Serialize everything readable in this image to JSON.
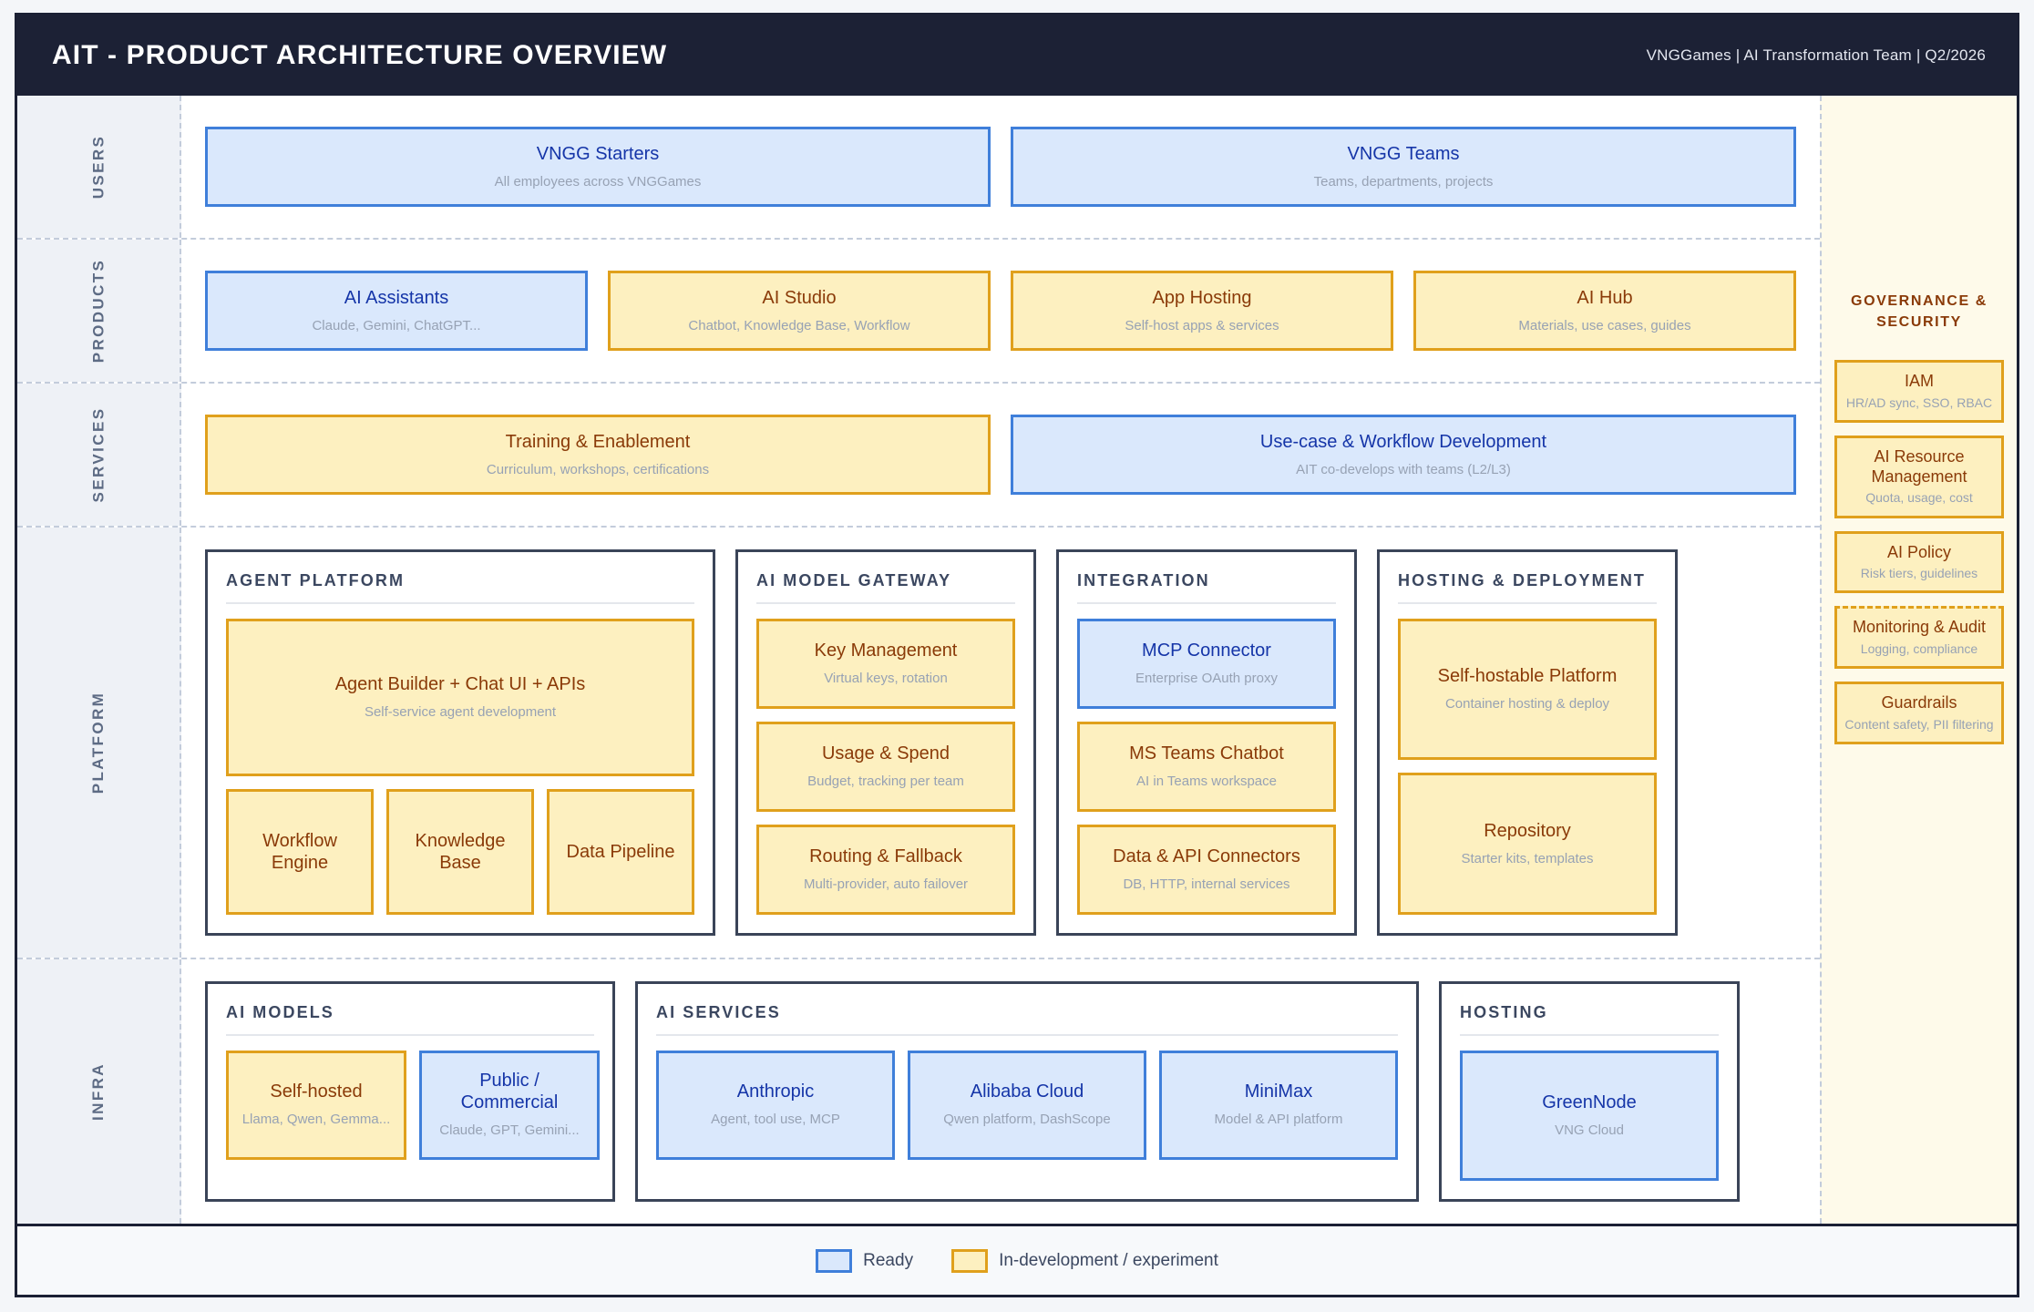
{
  "header": {
    "title": "AIT - PRODUCT ARCHITECTURE OVERVIEW",
    "meta": "VNGGames | AI Transformation Team | Q2/2026"
  },
  "lanes": [
    {
      "label": "USERS"
    },
    {
      "label": "PRODUCTS"
    },
    {
      "label": "SERVICES"
    },
    {
      "label": "PLATFORM"
    },
    {
      "label": "INFRA"
    }
  ],
  "users": [
    {
      "title": "VNGG Starters",
      "sub": "All employees across VNGGames",
      "status": "ready"
    },
    {
      "title": "VNGG Teams",
      "sub": "Teams, departments, projects",
      "status": "ready"
    }
  ],
  "products": [
    {
      "title": "AI Assistants",
      "sub": "Claude, Gemini, ChatGPT...",
      "status": "ready"
    },
    {
      "title": "AI Studio",
      "sub": "Chatbot, Knowledge Base, Workflow",
      "status": "dev"
    },
    {
      "title": "App Hosting",
      "sub": "Self-host apps & services",
      "status": "dev"
    },
    {
      "title": "AI Hub",
      "sub": "Materials, use cases, guides",
      "status": "dev"
    }
  ],
  "services": [
    {
      "title": "Training & Enablement",
      "sub": "Curriculum, workshops, certifications",
      "status": "dev"
    },
    {
      "title": "Use-case & Workflow Development",
      "sub": "AIT co-develops with teams (L2/L3)",
      "status": "ready"
    }
  ],
  "platform": {
    "agent_platform": {
      "title": "AGENT PLATFORM",
      "main": {
        "title": "Agent Builder + Chat UI + APIs",
        "sub": "Self-service agent development",
        "status": "dev"
      },
      "row": [
        {
          "title": "Workflow Engine",
          "status": "dev"
        },
        {
          "title": "Knowledge Base",
          "status": "dev"
        },
        {
          "title": "Data Pipeline",
          "status": "dev"
        }
      ]
    },
    "gateway": {
      "title": "AI MODEL GATEWAY",
      "items": [
        {
          "title": "Key Management",
          "sub": "Virtual keys, rotation",
          "status": "dev"
        },
        {
          "title": "Usage & Spend",
          "sub": "Budget, tracking per team",
          "status": "dev"
        },
        {
          "title": "Routing & Fallback",
          "sub": "Multi-provider, auto failover",
          "status": "dev"
        }
      ]
    },
    "integration": {
      "title": "INTEGRATION",
      "items": [
        {
          "title": "MCP Connector",
          "sub": "Enterprise OAuth proxy",
          "status": "ready"
        },
        {
          "title": "MS Teams Chatbot",
          "sub": "AI in Teams workspace",
          "status": "dev"
        },
        {
          "title": "Data & API Connectors",
          "sub": "DB, HTTP, internal services",
          "status": "dev"
        }
      ]
    },
    "hosting": {
      "title": "HOSTING & DEPLOYMENT",
      "items": [
        {
          "title": "Self-hostable Platform",
          "sub": "Container hosting & deploy",
          "status": "dev"
        },
        {
          "title": "Repository",
          "sub": "Starter kits, templates",
          "status": "dev"
        }
      ]
    }
  },
  "infra": {
    "models": {
      "title": "AI MODELS",
      "items": [
        {
          "title": "Self-hosted",
          "sub": "Llama, Qwen, Gemma...",
          "status": "dev"
        },
        {
          "title": "Public / Commercial",
          "sub": "Claude, GPT, Gemini...",
          "status": "ready"
        }
      ]
    },
    "services": {
      "title": "AI SERVICES",
      "items": [
        {
          "title": "Anthropic",
          "sub": "Agent, tool use, MCP",
          "status": "ready"
        },
        {
          "title": "Alibaba Cloud",
          "sub": "Qwen platform, DashScope",
          "status": "ready"
        },
        {
          "title": "MiniMax",
          "sub": "Model & API platform",
          "status": "ready"
        }
      ]
    },
    "hosting": {
      "title": "HOSTING",
      "items": [
        {
          "title": "GreenNode",
          "sub": "VNG Cloud",
          "status": "ready"
        }
      ]
    }
  },
  "governance": {
    "title": "GOVERNANCE & SECURITY",
    "items": [
      {
        "title": "IAM",
        "sub": "HR/AD sync, SSO, RBAC"
      },
      {
        "title": "AI Resource Management",
        "sub": "Quota, usage, cost"
      },
      {
        "title": "AI Policy",
        "sub": "Risk tiers, guidelines"
      },
      {
        "title": "Monitoring & Audit",
        "sub": "Logging, compliance"
      },
      {
        "title": "Guardrails",
        "sub": "Content safety, PII filtering"
      }
    ]
  },
  "legend": [
    {
      "label": "Ready",
      "status": "ready"
    },
    {
      "label": "In-development / experiment",
      "status": "dev"
    }
  ],
  "colors": {
    "header_bg": "#1c2135",
    "ready_fill": "#dae8fc",
    "ready_border": "#3f7fda",
    "ready_text": "#1535a8",
    "dev_fill": "#fdf0c0",
    "dev_border": "#e0a01c",
    "dev_text": "#8a3a08",
    "governance_bg": "#fefaea",
    "lane_label_bg": "#eef1f6",
    "group_border": "#3a4458",
    "sub_text": "#97a2b4"
  }
}
